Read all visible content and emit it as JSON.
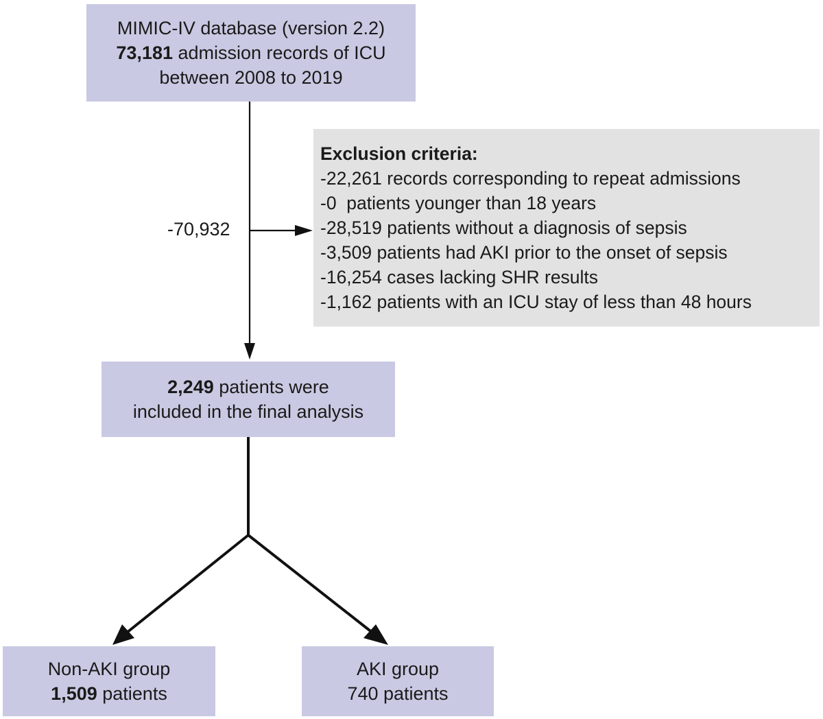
{
  "top_box": {
    "line1": "MIMIC-IV database (version 2.2)",
    "line2_bold": "73,181",
    "line2_rest": " admission records of ICU",
    "line3": "between 2008 to 2019"
  },
  "excluded_count": "-70,932",
  "exclusion": {
    "title": "Exclusion criteria:",
    "items": [
      "-22,261 records corresponding to repeat admissions",
      "-0  patients younger than 18 years",
      "-28,519 patients without a diagnosis of sepsis",
      "-3,509 patients had AKI prior to the onset of sepsis",
      "-16,254 cases lacking SHR results",
      "-1,162 patients with an ICU stay of less than 48 hours"
    ]
  },
  "included_box": {
    "line1_bold": "2,249",
    "line1_rest": " patients were",
    "line2": "included in the final analysis"
  },
  "non_aki_box": {
    "line1": "Non-AKI group",
    "line2_bold": "1,509",
    "line2_rest": " patients"
  },
  "aki_box": {
    "line1": "AKI group",
    "line2": "740 patients"
  },
  "colors": {
    "main_box": "#c9c9e3",
    "exclusion_box": "#e2e2e2",
    "arrows": "#111111"
  }
}
